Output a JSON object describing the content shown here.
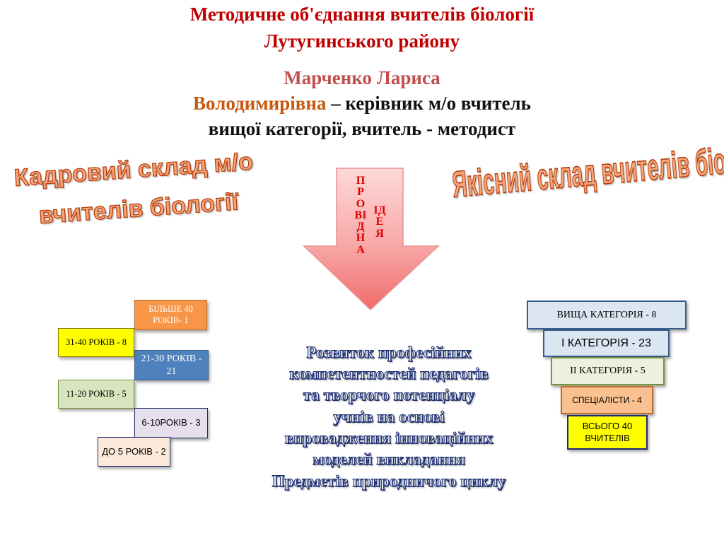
{
  "header": {
    "title_line1": "Методичне об'єднання вчителів біології",
    "title_line2": "Лутугинського району",
    "leader_name": "Марченко Лариса",
    "leader_patronymic": "Володимирівна",
    "leader_role_part1": " – керівник м/о вчитель",
    "leader_role_part2": "вищої категорії, вчитель - методист"
  },
  "wordart": {
    "staff_line1": "Кадровий склад м/о",
    "staff_line2": "вчителів біології",
    "quality": "Якісний склад вчителів біології"
  },
  "arrow": {
    "word1": "ПРОВІДНА",
    "word2": "ІДЕЯ"
  },
  "experience": {
    "over40": "БІЛЬШЕ 40 РОКІВ- 1",
    "y31_40": "31-40 РОКІВ - 8",
    "y21_30": "21-30 РОКІВ - 21",
    "y11_20": "11-20 РОКІВ - 5",
    "y6_10": "6-10РОКІВ - 3",
    "upto5": "ДО 5 РОКІВ - 2"
  },
  "categories": {
    "highest": "ВИЩА КАТЕГОРІЯ - 8",
    "first": "І КАТЕГОРІЯ - 23",
    "second": "ІІ КАТЕГОРІЯ - 5",
    "specialists": "СПЕЦІАЛІСТИ - 4",
    "total": "ВСЬОГО 40 ВЧИТЕЛІВ"
  },
  "main_idea": {
    "line1": "Розвиток професійних",
    "line2": "компетентностей педагогів",
    "line3": "та творчого потенціалу",
    "line4": "учнів на основі",
    "line5": "впровадження інноваційних",
    "line6": "моделей викладання",
    "line7": "Предметів природничого циклу"
  },
  "colors": {
    "title": "#c00000",
    "arrow_text": "#e00000",
    "wordart_fill": "#f4a57a",
    "wordart_outline": "#b8400e"
  }
}
